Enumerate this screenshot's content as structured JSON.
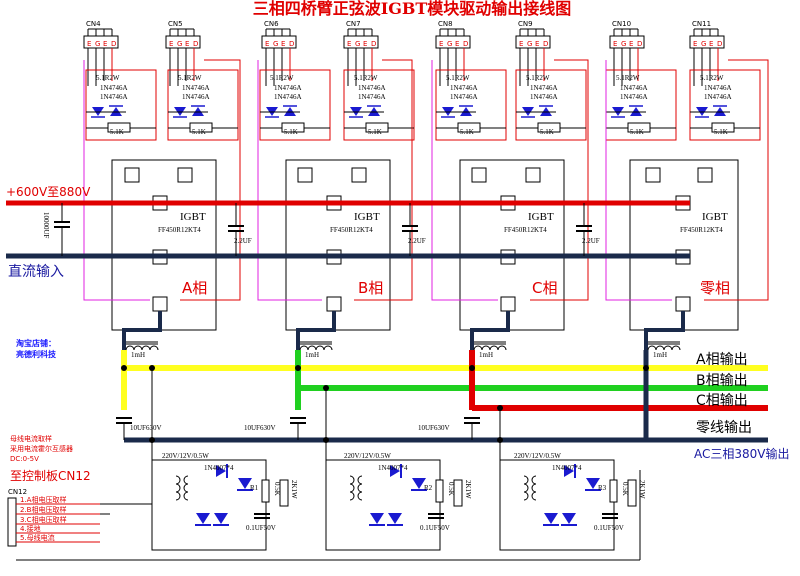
{
  "title": "三相四桥臂正弦波IGBT模块驱动输出接线图",
  "connectors": [
    "CN4",
    "CN5",
    "CN6",
    "CN7",
    "CN8",
    "CN9",
    "CN10",
    "CN11"
  ],
  "connector_pins": [
    "E",
    "G",
    "E",
    "D"
  ],
  "driver": {
    "zener_resistor": "5.1R2W",
    "zener_part": "1N4746A",
    "resistor": "5.1K"
  },
  "bus": {
    "positive_label": "+600V至880V",
    "dc_input_label": "直流输入",
    "bus_cap": "10000UF",
    "snubber_cap": "2.2UF"
  },
  "igbt": {
    "label": "IGBT",
    "part": "FF450R12KT4"
  },
  "phases": [
    "A相",
    "B相",
    "C相",
    "零相"
  ],
  "inductor": "1mH",
  "filter_cap": "10UF630V",
  "outputs": [
    "A相输出",
    "B相输出",
    "C相输出",
    "零线输出"
  ],
  "ac_output_label": "AC三相380V输出",
  "shop": {
    "line1": "淘宝店铺：",
    "line2": "亮德利科技"
  },
  "sampling_note": {
    "line1": "母线电流取样",
    "line2": "采用电流霍尔互感器",
    "line3": "DC:0-5V"
  },
  "control_board_label": "至控制板CN12",
  "cn12": {
    "label": "CN12",
    "items": [
      "1.A相电压取样",
      "2.B相电压取样",
      "3.C相电压取样",
      "4.接地",
      "5.母线电流"
    ]
  },
  "sampling_circuit": {
    "transformer": "220V/12V/0.5W",
    "rectifier": "1N4007*4",
    "capacitor": "0.1UF50V",
    "potentiometer": "2K1W",
    "resistor_big": "0.5K",
    "r_labels": [
      "R1",
      "R2",
      "R3"
    ]
  }
}
